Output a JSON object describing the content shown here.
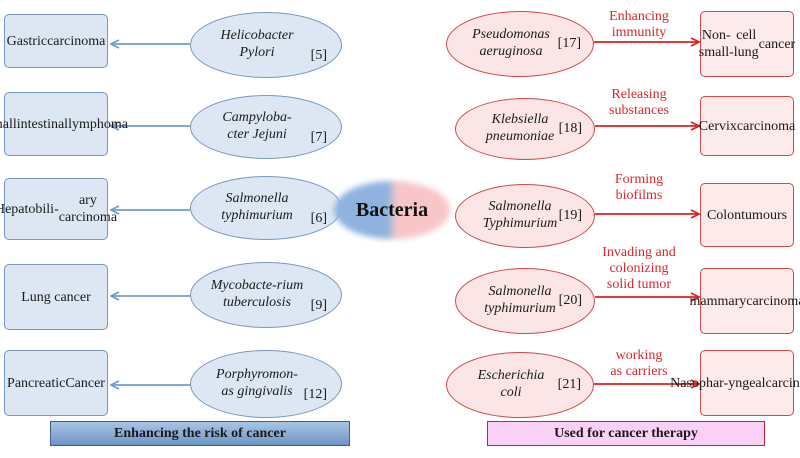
{
  "center": {
    "label": "Bacteria"
  },
  "colors": {
    "left_arrow": "#6f9dd1",
    "right_arrow": "#e02020",
    "action_text": "#d9262b"
  },
  "left": [
    {
      "cancer": [
        "Gastric",
        "carcinoma"
      ],
      "bacterium": [
        "Helicobacter",
        "Pylori"
      ],
      "ref": "[5]"
    },
    {
      "cancer": [
        "Small",
        "intestinal",
        "lymphoma"
      ],
      "bacterium": [
        "Campyloba-",
        "cter Jejuni"
      ],
      "ref": "[7]"
    },
    {
      "cancer": [
        "Hepatobili-",
        "ary carcinoma"
      ],
      "bacterium": [
        "Salmonella",
        "typhimurium"
      ],
      "ref": "[6]"
    },
    {
      "cancer": [
        "Lung cancer"
      ],
      "bacterium": [
        "Mycobacte-rium",
        "tuberculosis"
      ],
      "ref": "[9]"
    },
    {
      "cancer": [
        "Pancreatic",
        "Cancer"
      ],
      "bacterium": [
        "Porphyromon-",
        "as gingivalis"
      ],
      "ref": "[12]"
    }
  ],
  "right": [
    {
      "bacterium": [
        "Pseudomonas",
        "aeruginosa"
      ],
      "ref": "[17]",
      "action": [
        "Enhancing",
        "immunity"
      ],
      "cancer": [
        "Non-small-",
        "cell lung",
        "cancer"
      ]
    },
    {
      "bacterium": [
        "Klebsiella",
        "pneumoniae"
      ],
      "ref": "[18]",
      "action": [
        "Releasing",
        "substances"
      ],
      "cancer": [
        "Cervix",
        "carcinoma"
      ]
    },
    {
      "bacterium": [
        "Salmonella",
        "Typhimurium"
      ],
      "ref": "[19]",
      "action": [
        "Forming",
        "biofilms"
      ],
      "cancer": [
        "Colon",
        "tumours"
      ]
    },
    {
      "bacterium": [
        "Salmonella",
        "typhimurium"
      ],
      "ref": "[20]",
      "action": [
        "Invading and",
        "colonizing",
        "solid tumor"
      ],
      "cancer": [
        "mammary",
        "carcinoma"
      ]
    },
    {
      "bacterium": [
        "Escherichia",
        "coli"
      ],
      "ref": "[21]",
      "action": [
        "working",
        "as carriers"
      ],
      "cancer": [
        "Nasophar-",
        "yngeal",
        "carcinoma"
      ]
    }
  ],
  "footer": {
    "left": "Enhancing the risk of cancer",
    "right": "Used for cancer therapy"
  }
}
